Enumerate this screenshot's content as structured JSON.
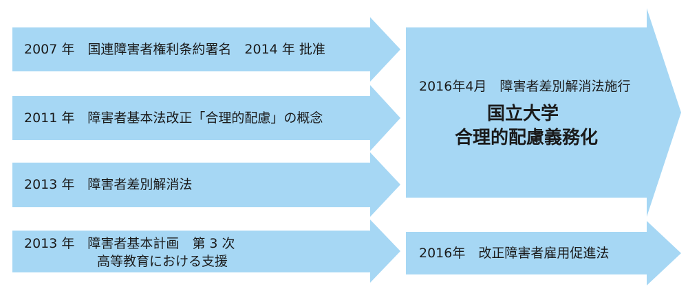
{
  "colors": {
    "arrow_fill": "#a6d7f4",
    "text": "#1a1a1a"
  },
  "left_items": [
    {
      "text": "2007 年　国連障害者権利条約署名　2014 年 批准"
    },
    {
      "text": "2011 年　障害者基本法改正「合理的配慮」の概念"
    },
    {
      "text": "2013 年　障害者差別解消法"
    },
    {
      "text": "2013 年　障害者基本計画　第 3 次",
      "text2": "高等教育における支援"
    }
  ],
  "right_top": {
    "text": "2016年4月　障害者差別解消法施行",
    "emphasis_line1": "国立大学",
    "emphasis_line2": "合理的配慮義務化"
  },
  "right_bottom": {
    "text": "2016年　改正障害者雇用促進法"
  }
}
